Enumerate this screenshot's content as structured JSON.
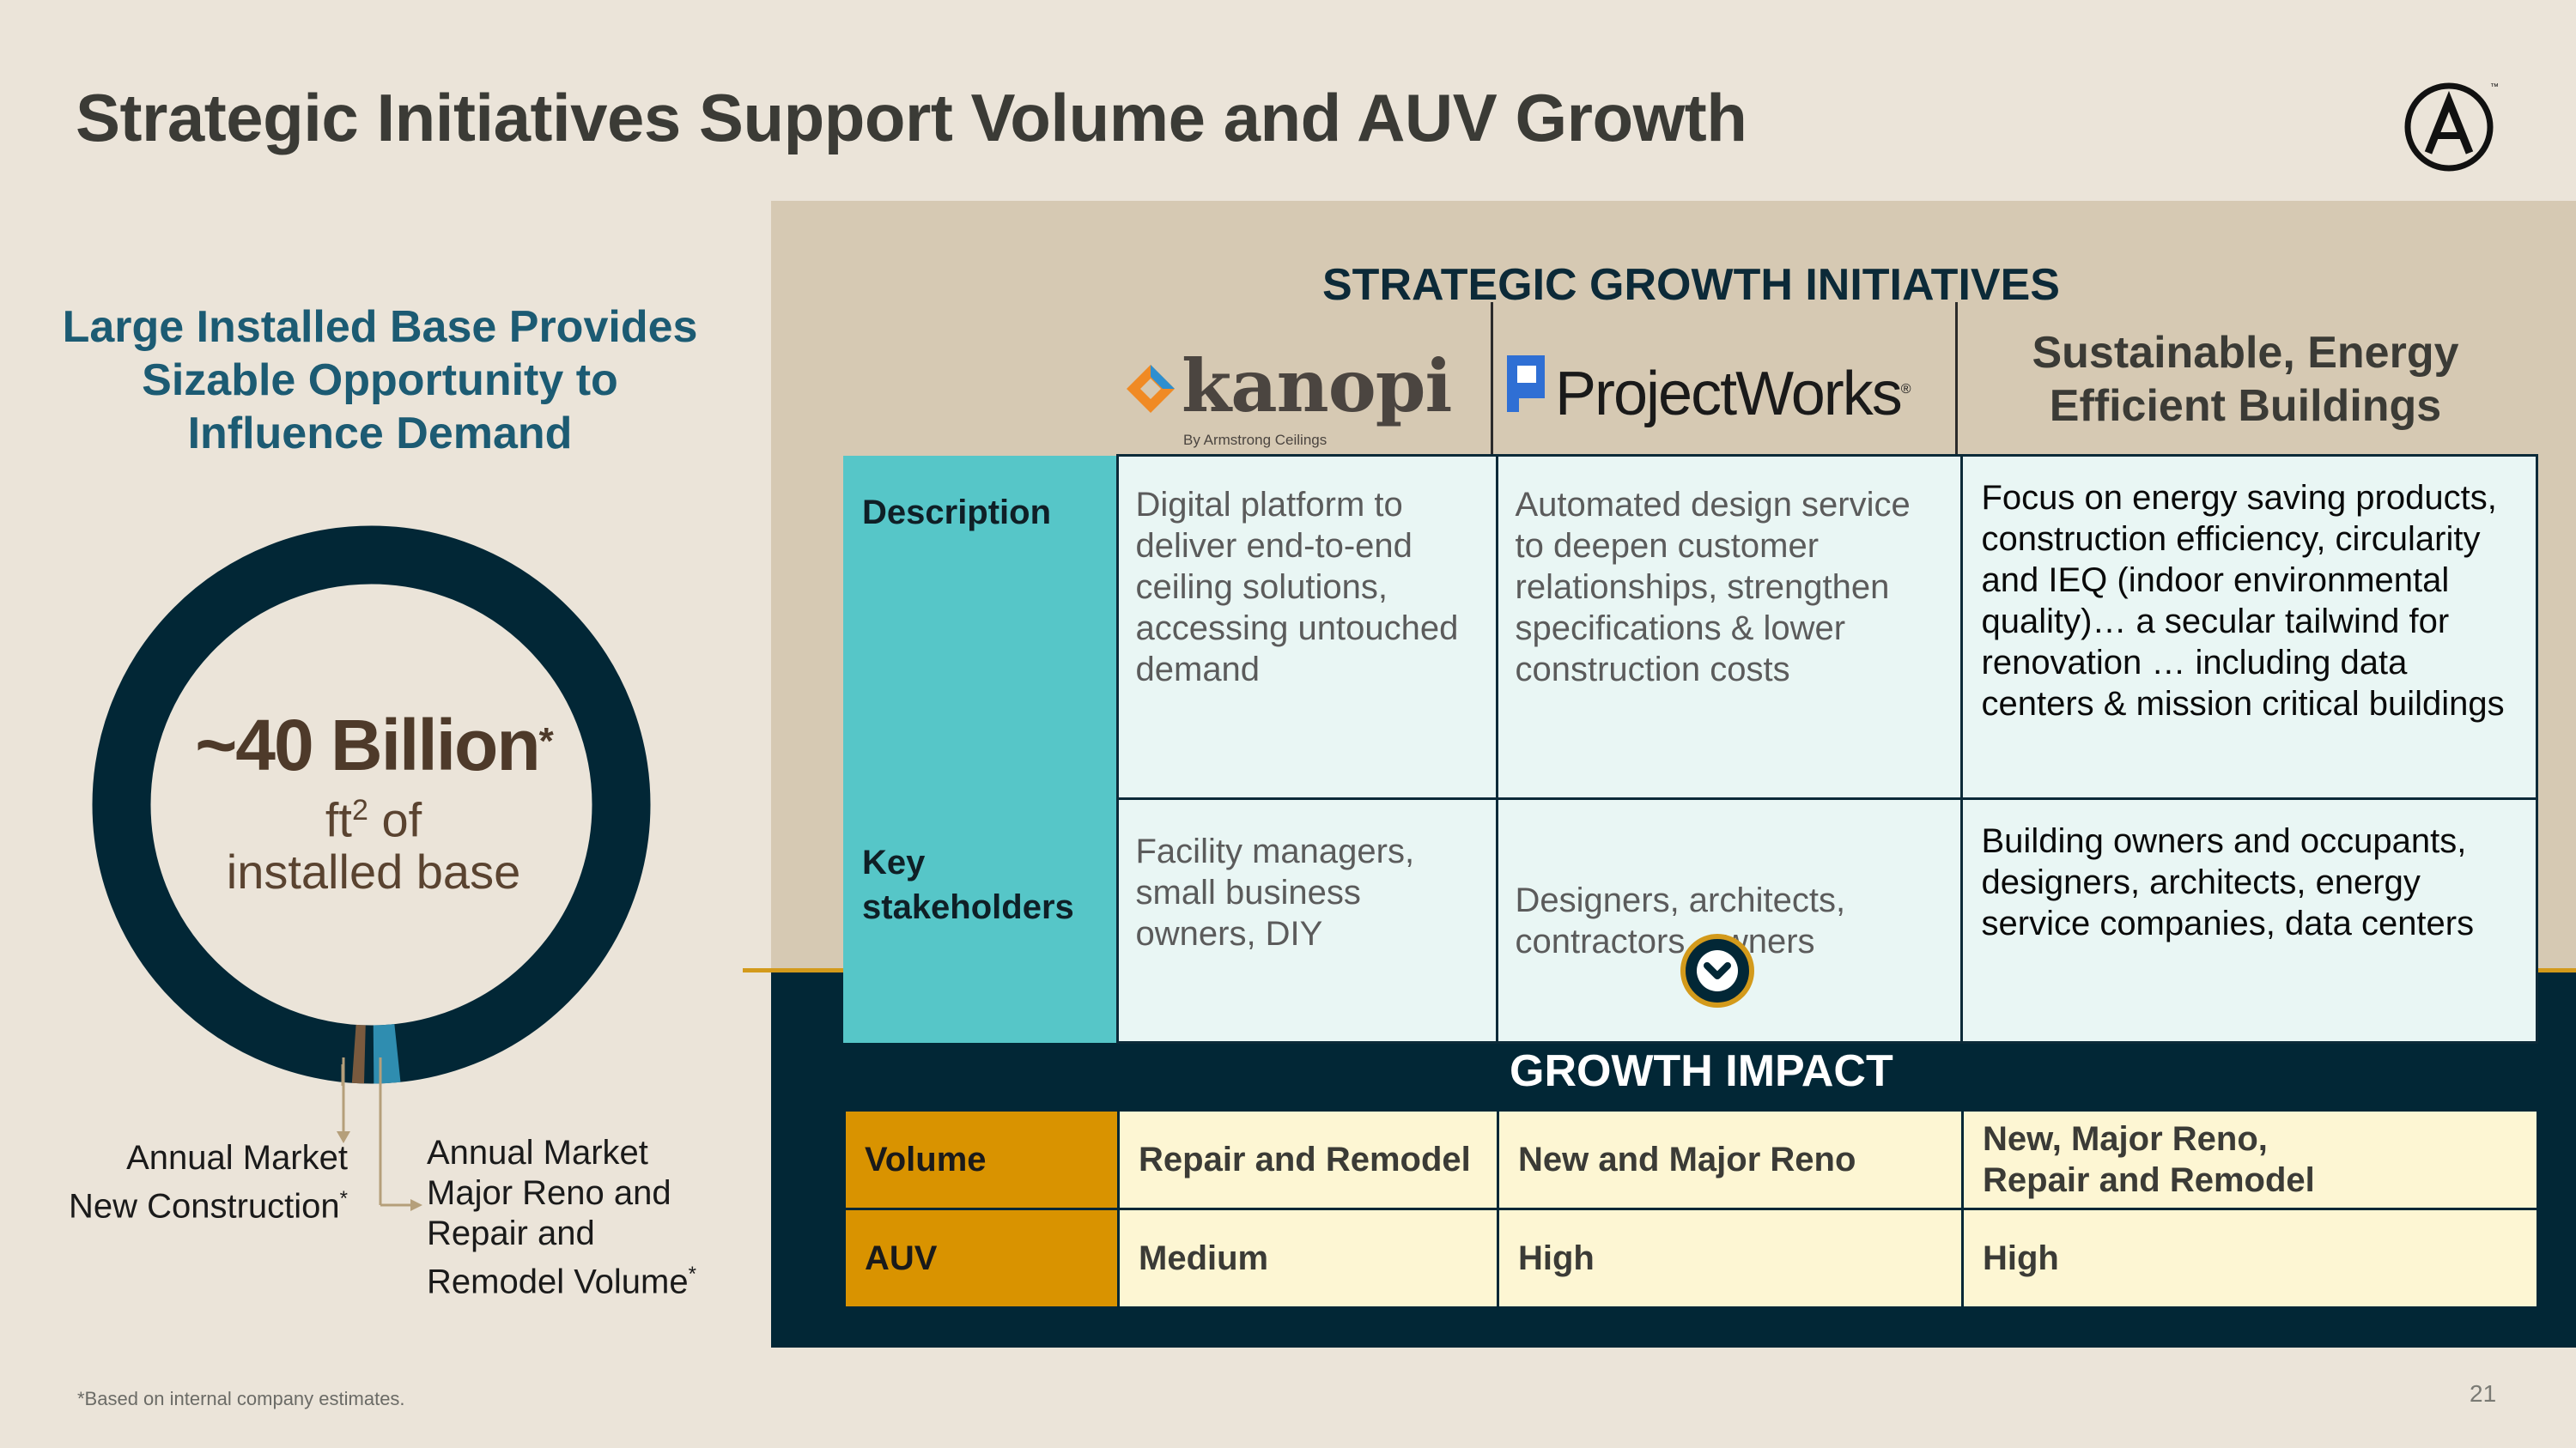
{
  "title": "Strategic Initiatives Support Volume and AUV Growth",
  "logo": {
    "icon": "armstrong-a-logo",
    "tm": "™"
  },
  "left": {
    "heading": "Large Installed Base Provides Sizable Opportunity to Influence Demand",
    "donut": {
      "big_value": "~40 Billion",
      "asterisk": "*",
      "unit": "ft",
      "unit_sup": "2",
      "unit_suffix": " of",
      "sub": "installed base",
      "colors": {
        "ring": "#022736",
        "new_construction": "#7a5a3e",
        "reno": "#2f8db0"
      }
    },
    "label_new": {
      "line1": "Annual Market",
      "line2": "New Construction",
      "asterisk": "*"
    },
    "label_reno": {
      "line1": "Annual Market",
      "line2": "Major Reno and",
      "line3": "Repair and",
      "line4": "Remodel Volume",
      "asterisk": "*"
    }
  },
  "right": {
    "heading": "STRATEGIC GROWTH INITIATIVES",
    "columns": {
      "kanopi": {
        "name": "kanopi",
        "tagline": "By Armstrong Ceilings"
      },
      "projectworks": {
        "name": "ProjectWorks",
        "reg": "®"
      },
      "sustainable": "Sustainable, Energy Efficient Buildings"
    },
    "rows": {
      "description": {
        "label": "Description",
        "kanopi": "Digital platform to deliver end-to-end ceiling solutions, accessing untouched demand",
        "projectworks": "Automated design service to deepen customer relationships, strengthen specifications & lower construction costs",
        "sustainable": "Focus on energy saving products, construction efficiency, circularity and IEQ (indoor environmental quality)… a secular tailwind for renovation … including data centers & mission critical buildings"
      },
      "stakeholders": {
        "label": "Key stakeholders",
        "kanopi": "Facility managers, small business owners, DIY",
        "projectworks": "Designers, architects, contractors, owners",
        "sustainable": "Building owners and occupants, designers, architects, energy service companies, data centers"
      }
    },
    "growth_heading": "GROWTH IMPACT",
    "impact": {
      "volume": {
        "label": "Volume",
        "kanopi": "Repair and Remodel",
        "projectworks": "New and Major Reno",
        "sustainable_1": "New, Major Reno,",
        "sustainable_2": "Repair and Remodel"
      },
      "auv": {
        "label": "AUV",
        "kanopi": "Medium",
        "projectworks": "High",
        "sustainable": "High"
      }
    }
  },
  "footnote": "*Based on internal company estimates.",
  "page_number": "21"
}
